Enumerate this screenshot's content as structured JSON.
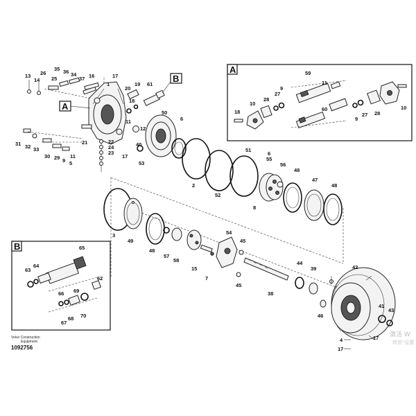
{
  "header_labels": {
    "n13": "13",
    "n14": "14",
    "n26": "26",
    "n35": "35",
    "n36": "36",
    "n34": "34",
    "n25": "25",
    "n37": "37",
    "n16": "16",
    "n17a": "17",
    "n1": "1",
    "n20": "20",
    "n19": "19",
    "n61": "61",
    "n18a": "18",
    "n50": "50",
    "n6a": "6",
    "n11a": "11",
    "n12": "12",
    "n31": "31",
    "n32": "32",
    "n33": "33",
    "n30": "30",
    "n29": "29",
    "n9a": "9",
    "n5": "5",
    "n11b": "11",
    "n21": "21",
    "n22": "22",
    "n24": "24",
    "n23": "23",
    "n17b": "17",
    "n40": "40",
    "n53": "53",
    "n2": "2",
    "n52": "52",
    "n51": "51",
    "n6b": "6",
    "n55": "55",
    "n56": "56",
    "n48a": "48",
    "n8": "8",
    "n47": "47",
    "n48b": "48",
    "n3": "3",
    "n49": "49",
    "n48c": "48",
    "n57": "57",
    "n58": "58",
    "n15": "15",
    "n7": "7",
    "n54": "54",
    "n45a": "45",
    "n45b": "45",
    "n38": "38",
    "n44": "44",
    "n39": "39",
    "n42": "42",
    "n46": "46",
    "n41": "41",
    "n43": "43",
    "n17c": "17",
    "n4": "4",
    "n17d": "17"
  },
  "callouts": {
    "a_main": "A",
    "b_main": "B"
  },
  "panel_a": {
    "title": "A",
    "labels": {
      "n59": "59",
      "n11": "11",
      "n28a": "28",
      "n27": "27",
      "n9a": "9",
      "n10a": "10",
      "n18": "18",
      "n60": "60",
      "n9b": "9",
      "n27b": "27",
      "n28b": "28",
      "n10b": "10"
    }
  },
  "panel_b": {
    "title": "B",
    "labels": {
      "n65": "65",
      "n63": "63",
      "n64": "64",
      "n62": "62",
      "n69": "69",
      "n66": "66",
      "n68": "68",
      "n70": "70",
      "n67": "67"
    }
  },
  "footer": {
    "brand": "Volvo Construction",
    "brand2": "Equipment",
    "drawing_number": "1092756"
  },
  "watermark": {
    "line1": "激活 W",
    "line2": "转到\"设置"
  },
  "colors": {
    "ink": "#111111",
    "fill": "#f3f3f3",
    "shade": "#555555"
  }
}
